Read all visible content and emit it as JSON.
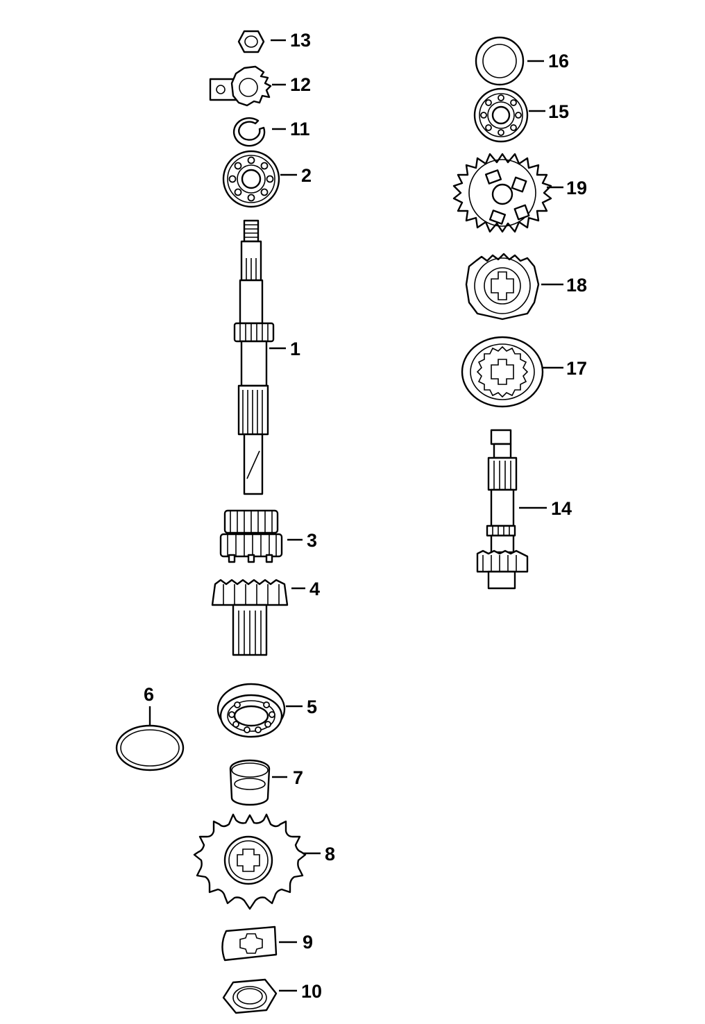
{
  "diagram": {
    "callouts": [
      {
        "id": "13",
        "label": "13"
      },
      {
        "id": "12",
        "label": "12"
      },
      {
        "id": "11",
        "label": "11"
      },
      {
        "id": "2",
        "label": "2"
      },
      {
        "id": "1",
        "label": "1"
      },
      {
        "id": "3",
        "label": "3"
      },
      {
        "id": "4",
        "label": "4"
      },
      {
        "id": "5",
        "label": "5"
      },
      {
        "id": "6",
        "label": "6"
      },
      {
        "id": "7",
        "label": "7"
      },
      {
        "id": "8",
        "label": "8"
      },
      {
        "id": "9",
        "label": "9"
      },
      {
        "id": "10",
        "label": "10"
      },
      {
        "id": "16",
        "label": "16"
      },
      {
        "id": "15",
        "label": "15"
      },
      {
        "id": "19",
        "label": "19"
      },
      {
        "id": "18",
        "label": "18"
      },
      {
        "id": "17",
        "label": "17"
      },
      {
        "id": "14",
        "label": "14"
      }
    ],
    "colors": {
      "line": "#000000",
      "background": "#ffffff"
    }
  }
}
